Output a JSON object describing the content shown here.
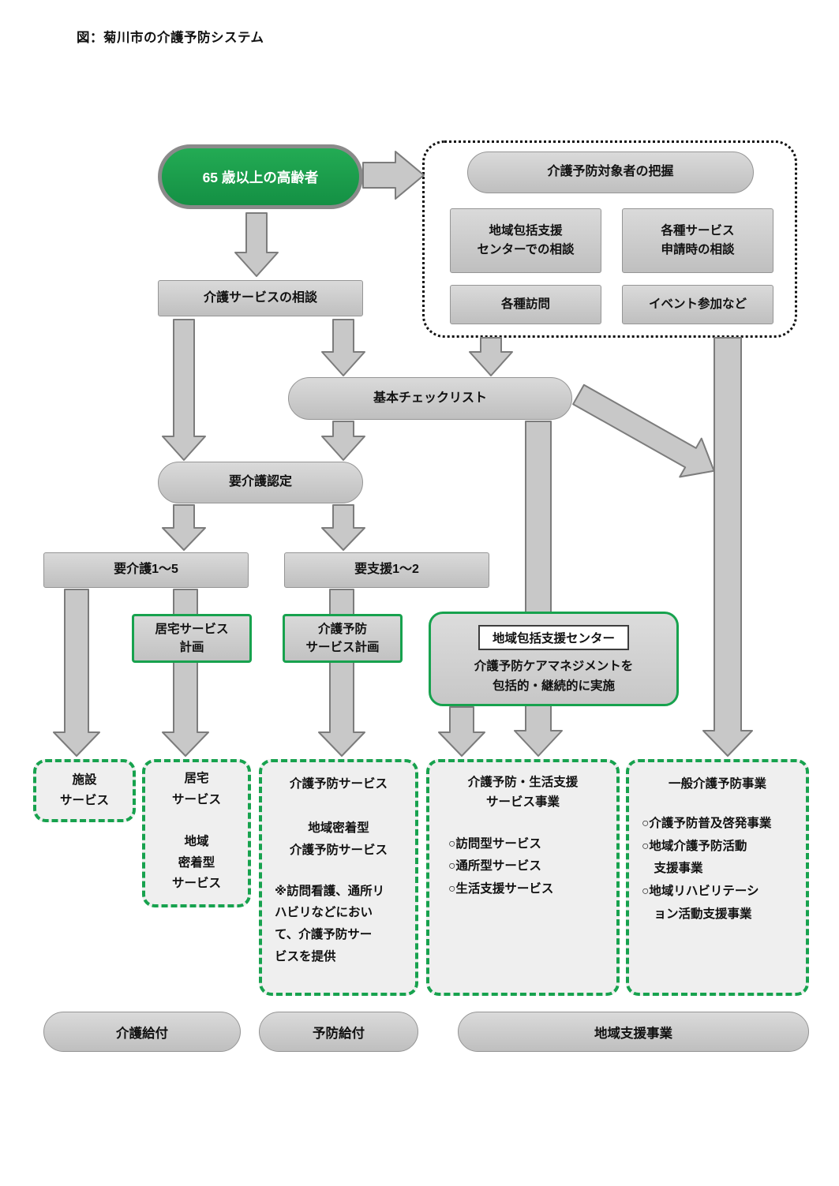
{
  "title": "図：菊川市の介護予防システム",
  "colors": {
    "green": "#17a24e",
    "box_gray": "#cccccc",
    "arrow_gray": "#c8c8c8"
  },
  "flow": {
    "senior": "65 歳以上の高齢者",
    "consult": "介護サービスの相談",
    "checklist": "基本チェックリスト",
    "certification": "要介護認定",
    "kaigo_level": "要介護1～5",
    "shien_level": "要支援1～2",
    "home_service_plan": "居宅サービス\n計画",
    "prevention_service_plan": "介護予防\nサービス計画"
  },
  "grasp_panel": {
    "title": "介護予防対象者の把握",
    "items": [
      "地域包括支援\nセンターでの相談",
      "各種サービス\n申請時の相談",
      "各種訪問",
      "イベント参加など"
    ]
  },
  "center_box": {
    "title": "地域包括支援センター",
    "body": "介護予防ケアマネジメントを\n包括的・継続的に実施"
  },
  "services": [
    {
      "text": "施設\nサービス"
    },
    {
      "text": "居宅\nサービス\n\n地域\n密着型\nサービス"
    },
    {
      "head": "介護予防サービス\n\n地域密着型\n介護予防サービス",
      "note": "※訪問看護、通所リ\nハビリなどにおい\nて、介護予防サー\nビスを提供"
    },
    {
      "title": "介護予防・生活支援\nサービス事業",
      "items": [
        "○訪問型サービス",
        "○通所型サービス",
        "○生活支援サービス"
      ]
    },
    {
      "title": "一般介護予防事業",
      "items": [
        "○介護予防普及啓発事業",
        "○地域介護予防活動\n　支援事業",
        "○地域リハビリテーシ\n　ョン活動支援事業"
      ]
    }
  ],
  "footer_bars": [
    "介護給付",
    "予防給付",
    "地域支援事業"
  ]
}
